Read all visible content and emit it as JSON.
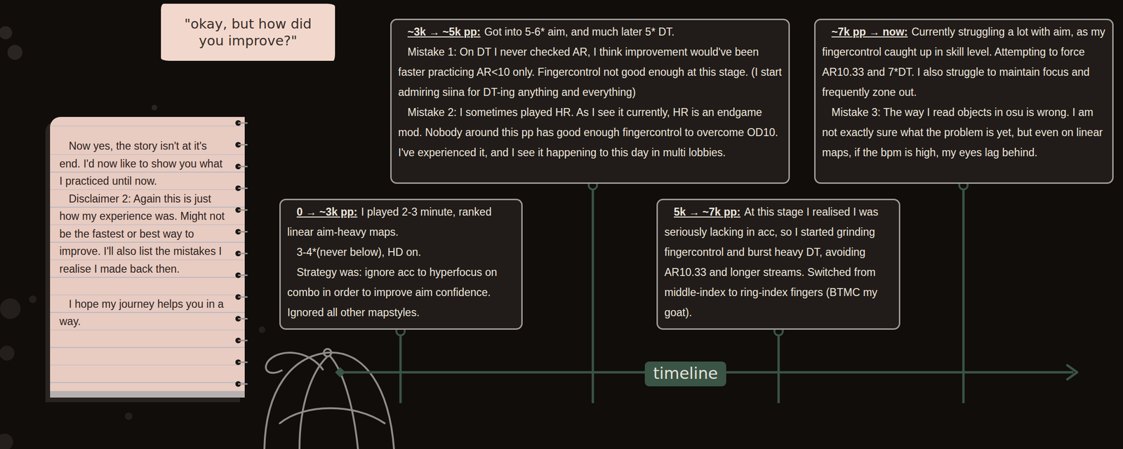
{
  "diagram": {
    "nodes": [
      {
        "text": [
          "\"okay, but how did you improve?\""
        ]
      },
      {
        "text": [
          "Now yes, the story isn't at it's end. I'd now like to show you what I practiced until now.",
          "Disclaimer 2: Again this is just how my experience was. Might not be the fastest or best way to improve. I'll also list the mistakes I realise I made back then.",
          "I hope my journey helps you in a way."
        ]
      },
      {
        "text": [
          "0 → ~3k pp:",
          "I played 2-3 minute, ranked linear aim-heavy maps.",
          "3-4*(never below), HD on.",
          "Strategy was: ignore acc to hyperfocus on combo in order to improve aim confidence. Ignored all other mapstyles."
        ]
      },
      {
        "text": [
          "~3k → ~5k pp:",
          "Got into 5-6* aim, and much later 5* DT.",
          "Mistake 1: On DT I never checked AR, I think improvement would've been faster practicing AR<10 only. Fingercontrol not good enough at this stage. (I start admiring siina for DT-ing anything and everything)",
          "Mistake 2: I sometimes played HR. As I see it currently, HR is an endgame mod. Nobody around this pp has good enough fingercontrol to overcome OD10. I've experienced it, and I see it happening to this day in multi lobbies."
        ]
      },
      {
        "text": [
          "5k → ~7k pp:",
          "At this stage I realised I was seriously lacking in acc, so I started grinding fingercontrol and burst heavy DT, avoiding AR10.33 and longer streams. Switched from middle-index to ring-index fingers (BTMC my goat)."
        ]
      },
      {
        "text": [
          "~7k pp → now:",
          "Currently struggling a lot with aim, as my fingercontrol caught up in skill level. Attempting to force AR10.33 and 7*DT. I also struggle to maintain focus and frequently zone out.",
          "Mistake 3: The way I read objects in osu is wrong. I am not exactly sure what the problem is yet, but even on linear maps, if the bpm is high, my eyes lag behind."
        ]
      },
      {
        "text": [
          "timeline"
        ]
      }
    ]
  }
}
